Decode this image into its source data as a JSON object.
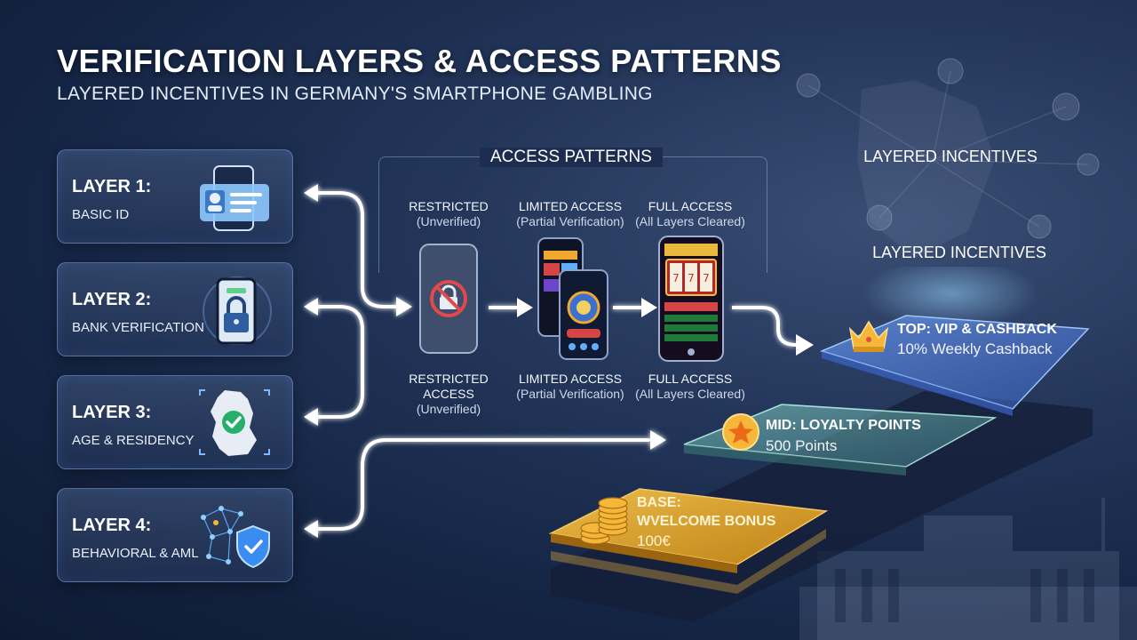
{
  "title": "VERIFICATION LAYERS & ACCESS PATTERNS",
  "subtitle": "LAYERED INCENTIVES IN GERMANY'S SMARTPHONE GAMBLING",
  "layers": [
    {
      "name": "LAYER 1:",
      "desc": "BASIC ID",
      "icon": "id-card-phone-icon"
    },
    {
      "name": "LAYER 2:",
      "desc": "BANK VERIFICATION",
      "icon": "phone-padlock-icon"
    },
    {
      "name": "LAYER 3:",
      "desc": "AGE & RESIDENCY",
      "icon": "germany-map-check-icon"
    },
    {
      "name": "LAYER 4:",
      "desc": "BEHAVIORAL & AML",
      "icon": "network-shield-icon"
    }
  ],
  "access": {
    "title": "ACCESS PATTERNS",
    "states": [
      {
        "top_label": "RESTRICTED",
        "top_sub": "(Unverified)",
        "bottom_label": "RESTRICTED ACCESS",
        "bottom_sub": "(Unverified)",
        "icon": "blocked-lock-icon"
      },
      {
        "top_label": "LIMITED ACCESS",
        "top_sub": "(Partial Verification)",
        "bottom_label": "LIMITED ACCESS",
        "bottom_sub": "(Partial Verification)",
        "icon": "games-phone-icon"
      },
      {
        "top_label": "FULL ACCESS",
        "top_sub": "(All Layers Cleared)",
        "bottom_label": "FULL ACCESS",
        "bottom_sub": "(All Layers Cleared)",
        "icon": "slot-machine-icon"
      }
    ]
  },
  "incentives": {
    "heading_1": "LAYERED INCENTIVES",
    "heading_2": "LAYERED INCENTIVES",
    "top": {
      "title": "TOP: VIP & CASHBACK",
      "value": "10% Weekly Cashback",
      "icon": "crown-icon"
    },
    "mid": {
      "title": "MID: LOYALTY POINTS",
      "value": "500 Points",
      "icon": "star-badge-icon"
    },
    "base": {
      "title_line1": "BASE:",
      "title_line2": "WVELCOME BONUS",
      "value": "100€",
      "icon": "coin-stack-icon"
    }
  },
  "colors": {
    "accent_blue": "#4f9dff",
    "gold": "#f4b73a",
    "teal": "#7fd9c8",
    "arrow": "#ffffff"
  }
}
